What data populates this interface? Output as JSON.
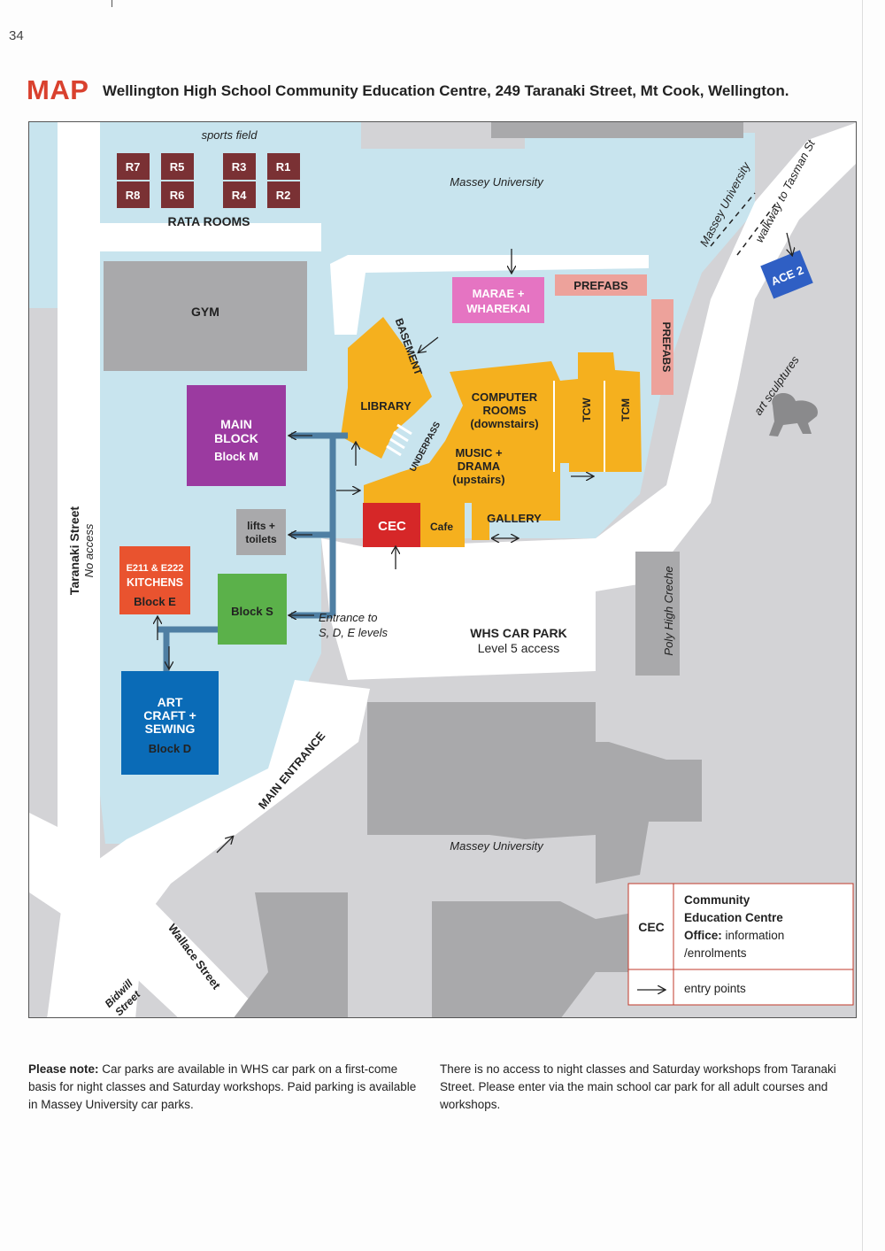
{
  "page_number": "34",
  "heading": "MAP",
  "subtitle": "Wellington High School Community Education Centre, 249 Taranaki Street, Mt Cook, Wellington.",
  "map": {
    "sports_field": "sports field",
    "rata_rooms": {
      "label": "RATA ROOMS",
      "rooms": [
        "R7",
        "R5",
        "R3",
        "R1",
        "R8",
        "R6",
        "R4",
        "R2"
      ]
    },
    "massey_top": "Massey University",
    "massey_bottom": "Massey University",
    "massey_road": "Massey University",
    "walkway": "walkway to Tasman St",
    "ace2": "ACE 2",
    "gym": "GYM",
    "marae": [
      "MARAE +",
      "WHAREKAI"
    ],
    "prefabs_top": "PREFABS",
    "prefabs_side": "PREFABS",
    "basement": "BASEMENT",
    "library": "LIBRARY",
    "underpass": "UNDERPASS",
    "computer_rooms": [
      "COMPUTER",
      "ROOMS",
      "(downstairs)"
    ],
    "music_drama": [
      "MUSIC +",
      "DRAMA",
      "(upstairs)"
    ],
    "tcw": "TCW",
    "tcm": "TCM",
    "art_sculptures": "art sculptures",
    "main_block": [
      "MAIN",
      "BLOCK",
      "Block M"
    ],
    "lifts_toilets": [
      "lifts +",
      "toilets"
    ],
    "cec": "CEC",
    "cafe": "Cafe",
    "gallery": "GALLERY",
    "kitchens": [
      "E211 & E222",
      "KITCHENS",
      "Block E"
    ],
    "block_s": "Block S",
    "entrance_levels": [
      "Entrance to",
      "S, D, E levels"
    ],
    "car_park": [
      "WHS CAR PARK",
      "Level 5 access"
    ],
    "creche": "Poly High Creche",
    "art_craft": [
      "ART",
      "CRAFT +",
      "SEWING",
      "Block D"
    ],
    "taranaki": [
      "Taranaki Street",
      "No access"
    ],
    "main_entrance": "MAIN ENTRANCE",
    "wallace": "Wallace Street",
    "bidwill": [
      "Bidwill",
      "Street"
    ],
    "legend": {
      "cec_key": "CEC",
      "cec_desc_1": "Community",
      "cec_desc_2": "Education Centre",
      "cec_desc_3_bold": "Office:",
      "cec_desc_3_rest": " information",
      "cec_desc_4": "/enrolments",
      "entry_desc": "entry points"
    },
    "colors": {
      "water": "#c8e4ee",
      "orange": "#f5b01e",
      "purple": "#9b3aa0",
      "red_cec": "#d62728",
      "kitchens": "#e9532f",
      "green": "#5bb14a",
      "blue": "#0a6bb7",
      "pink": "#e574c2",
      "salmon": "#eda29b",
      "grey_block": "#a9a9ab",
      "walkway_blue": "#4f7fa3",
      "ace2": "#2f5fc4",
      "rata": "#7a3134"
    }
  },
  "notes": {
    "left_bold": "Please note:",
    "left_rest": " Car parks are available in WHS car park on a first-come basis for night classes and Saturday workshops. Paid parking is available in Massey University car parks.",
    "right": "There is no access to night classes and Saturday workshops from Taranaki Street. Please enter via the main school car park for all adult courses and workshops."
  }
}
